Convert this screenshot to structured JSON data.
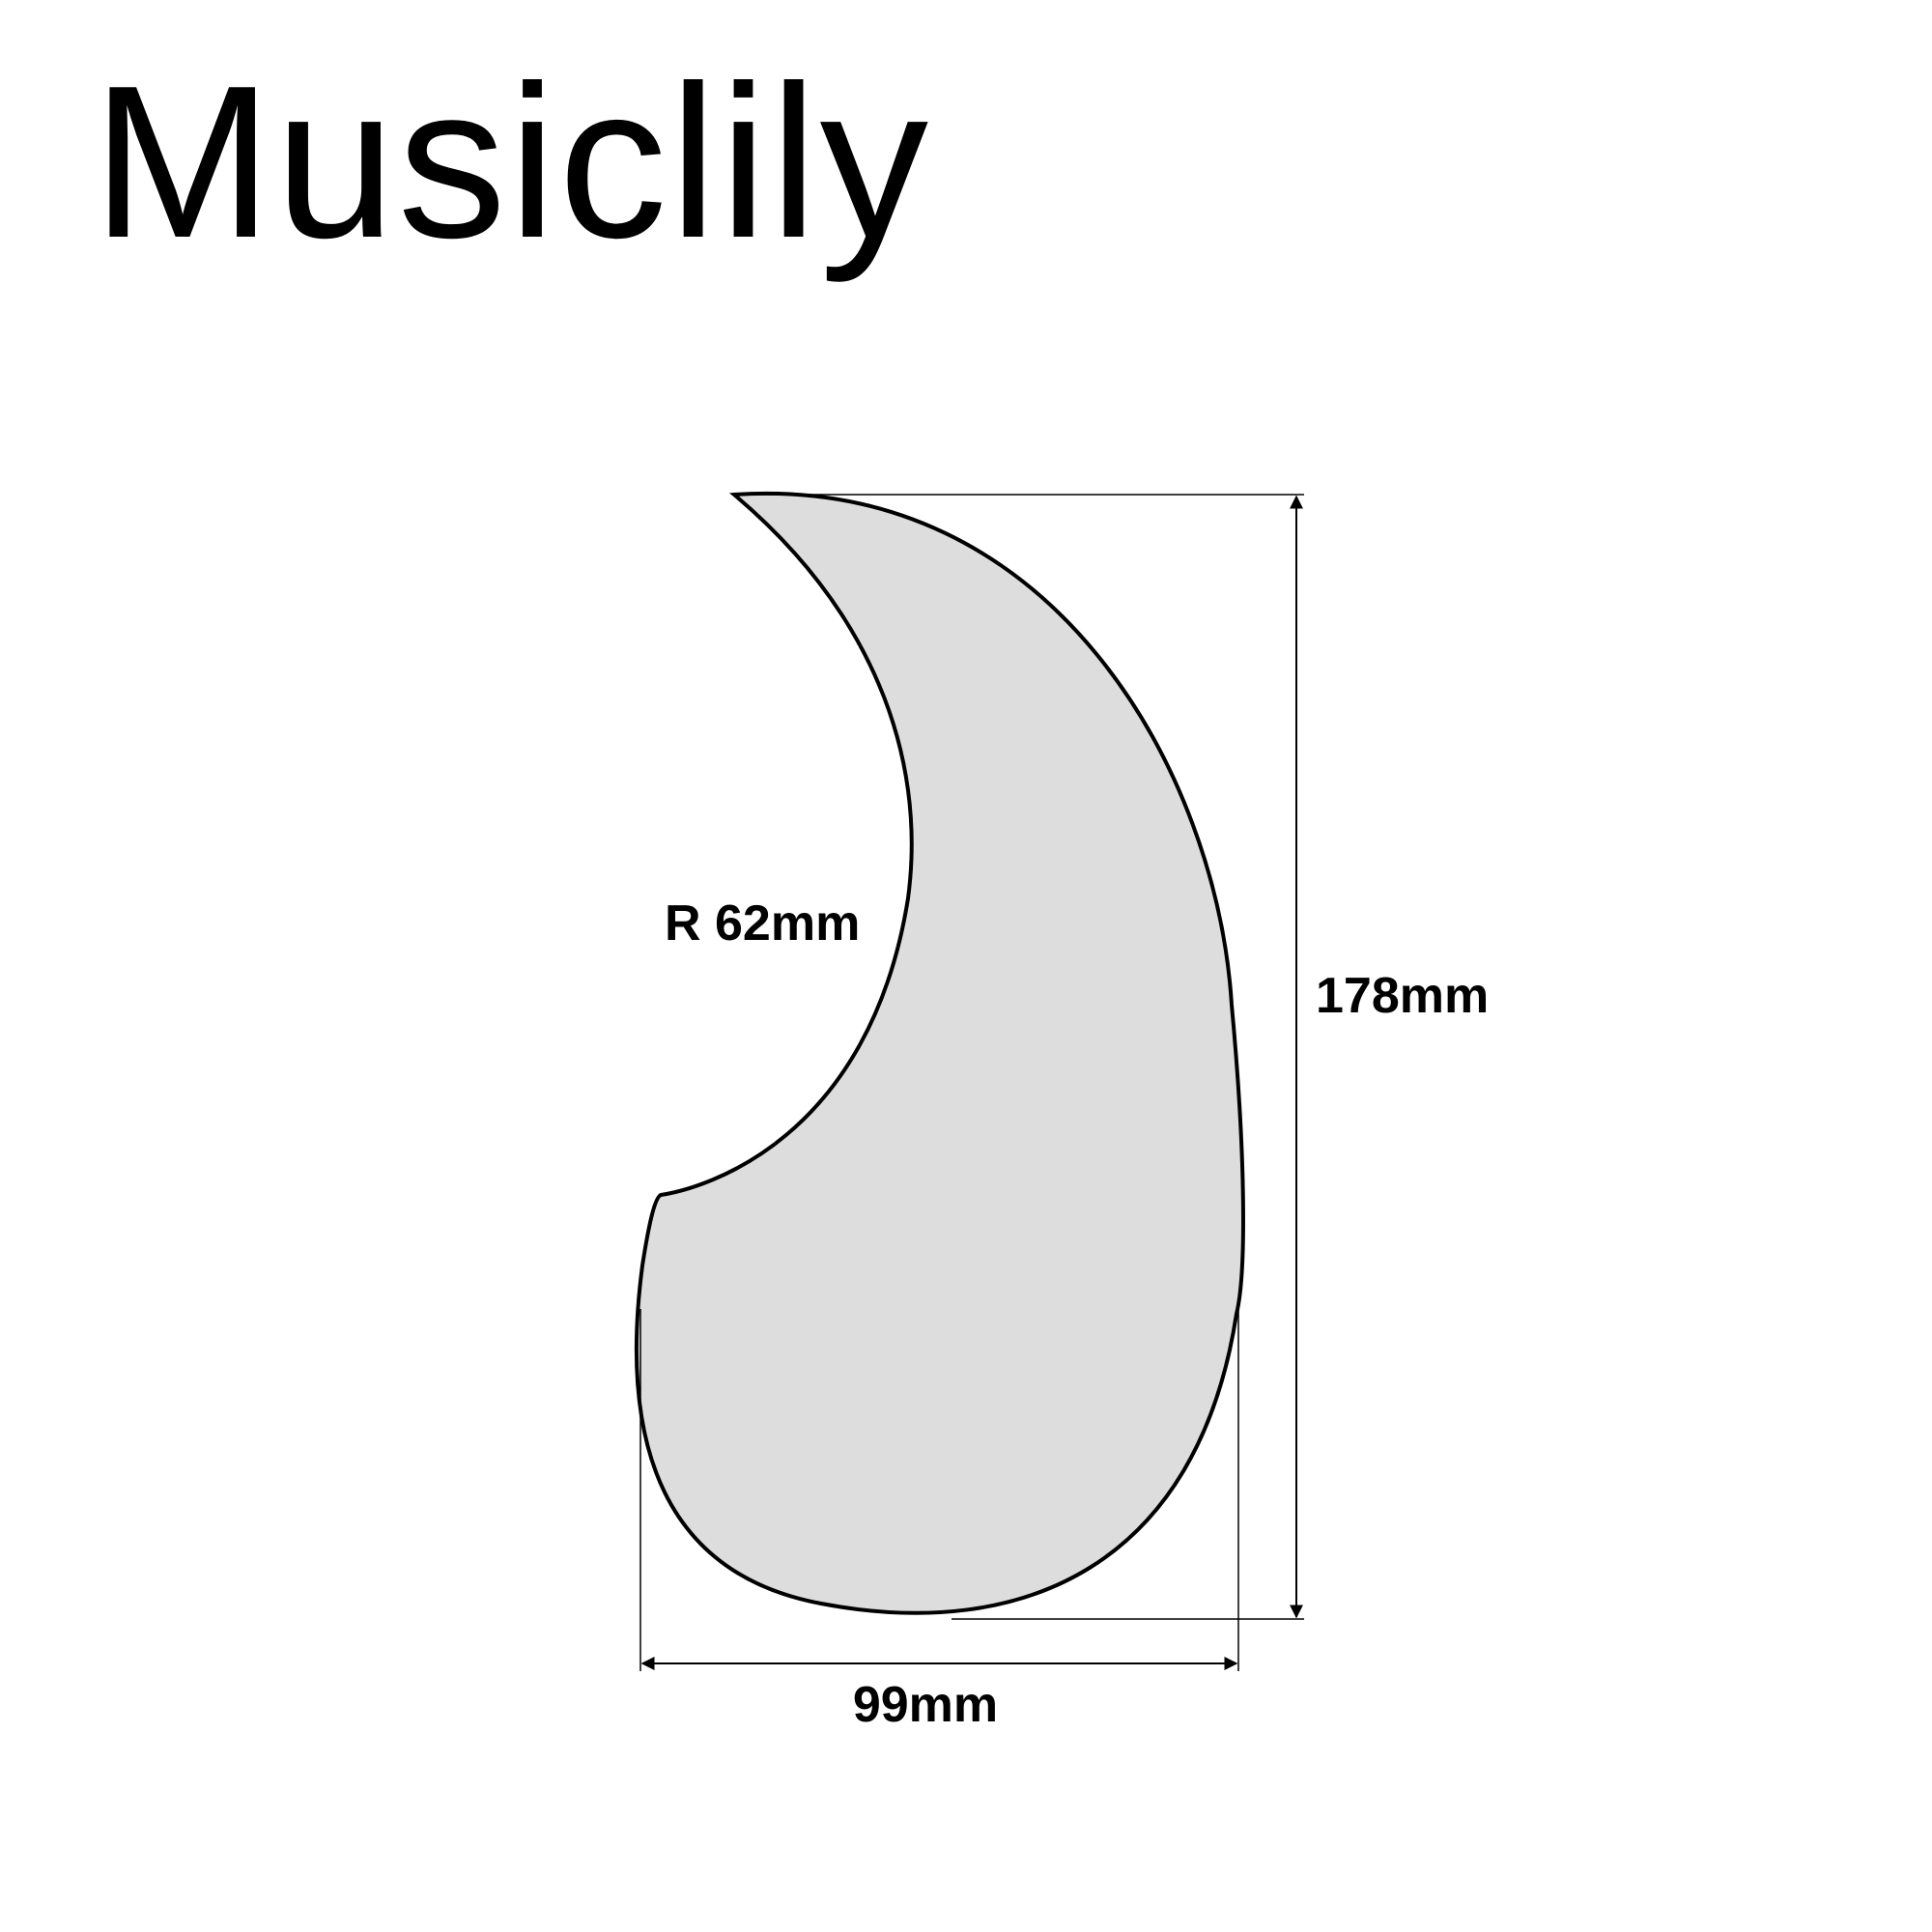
{
  "brand": {
    "name": "Musiclily"
  },
  "drawing": {
    "shape_fill": "#dddddd",
    "outline_color": "#000000",
    "radius_label": "R 62mm",
    "height_label": "178mm",
    "width_label": "99mm"
  }
}
